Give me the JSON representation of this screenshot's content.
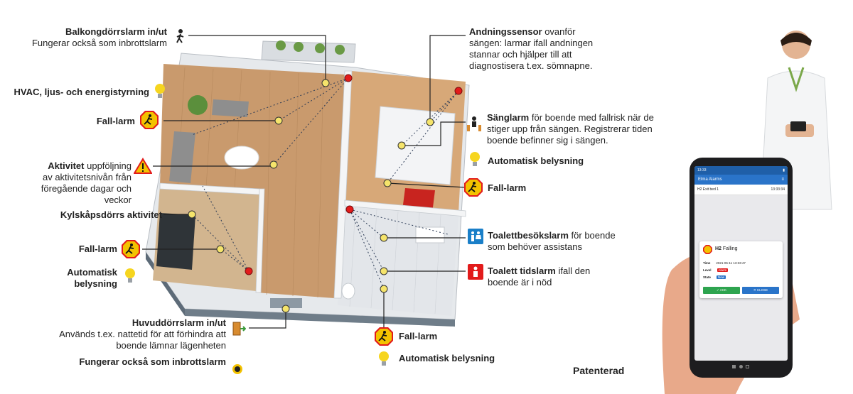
{
  "labels": {
    "balcony_title": "Balkongdörrslarm in/ut",
    "balcony_desc": "Fungerar också som inbrottslarm",
    "hvac": "HVAC, ljus- och energistyrning",
    "fall_left_top": "Fall-larm",
    "activity_title": "Aktivitet",
    "activity_desc": "uppföljning av aktivitetsnivån från föregående dagar och veckor",
    "fridge": "Kylskåpsdörrs aktivitet",
    "fall_left_mid": "Fall-larm",
    "auto_light_left": "Automatisk belysning",
    "main_door_title": "Huvuddörrslarm in/ut",
    "main_door_desc": "Används t.ex. nattetid för att förhindra att boende lämnar lägenheten",
    "burglar": "Fungerar också som inbrottslarm",
    "breath_title": "Andningssensor",
    "breath_desc": "ovanför sängen: larmar ifall andningen stannar och hjälper till att diagnostisera t.ex. sömnapne.",
    "bed_title": "Sänglarm",
    "bed_desc": "för boende med fallrisk när de stiger upp från sängen. Registrerar tiden boende befinner sig i sängen.",
    "auto_light_right": "Automatisk belysning",
    "fall_right": "Fall-larm",
    "toilet_visit_title": "Toalettbesökslarm",
    "toilet_visit_desc": "för boende som behöver assistans",
    "toilet_time_title": "Toalett tidslarm",
    "toilet_time_desc": "ifall den boende är i nöd",
    "fall_bottom": "Fall-larm",
    "auto_light_bottom": "Automatisk belysning",
    "patent": "Patenterad"
  },
  "phone": {
    "status_time": "13:33",
    "app_title": "Elma Alarms",
    "menu_icon": "≡",
    "list_item": "H2  Exit bed 1",
    "list_time": "13:33:34",
    "dialog_title_prefix": "H2",
    "dialog_title": "Falling",
    "time_label": "Time",
    "time_value": "2021-06-11 13:33:47",
    "level_label": "Level",
    "level_value": "Alarm",
    "state_label": "State",
    "state_value": "New",
    "ack": "✓ ACK",
    "close": "✕ CLOSE"
  },
  "colors": {
    "warn": "#f3c200",
    "alarm_red": "#e21b1b",
    "info_blue": "#1a7fc8",
    "floor": "#c8956a",
    "wall": "#eef0f2"
  }
}
